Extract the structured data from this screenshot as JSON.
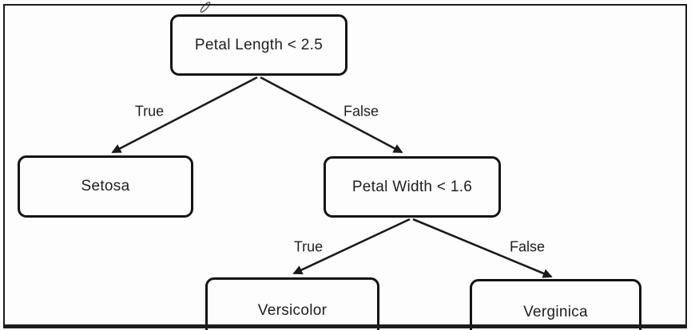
{
  "diagram": {
    "type": "decision-tree",
    "nodes": {
      "petal_length": {
        "label": "Petal Length < 2.5",
        "kind": "decision"
      },
      "setosa": {
        "label": "Setosa",
        "kind": "leaf"
      },
      "petal_width": {
        "label": "Petal Width < 1.6",
        "kind": "decision"
      },
      "versicolor": {
        "label": "Versicolor",
        "kind": "leaf"
      },
      "verginica": {
        "label": "Verginica",
        "kind": "leaf"
      }
    },
    "edges": [
      {
        "from": "petal_length",
        "to": "setosa",
        "label": "True"
      },
      {
        "from": "petal_length",
        "to": "petal_width",
        "label": "False"
      },
      {
        "from": "petal_width",
        "to": "versicolor",
        "label": "True"
      },
      {
        "from": "petal_width",
        "to": "verginica",
        "label": "False"
      }
    ],
    "colors": {
      "background": "#fdfdfd",
      "frame": "#1c1c1c",
      "box_border": "#141414",
      "line": "#1a1a1a",
      "text": "#202020"
    }
  }
}
